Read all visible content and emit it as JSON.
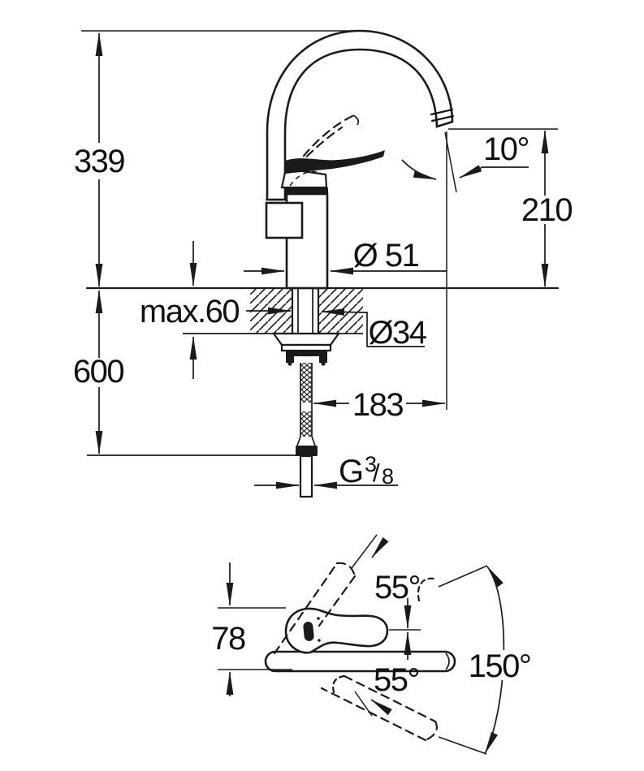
{
  "page": {
    "background": "#ffffff",
    "line_color": "#1a1a1a",
    "description": "technical dimension drawing of a single-lever kitchen faucet, side elevation and plan view"
  },
  "drawing": {
    "side_view": {
      "dimensions": {
        "overall_height": {
          "value": "339"
        },
        "under_counter_length": {
          "value": "600"
        },
        "counter_thickness": {
          "value": "max.60"
        },
        "body_diameter": {
          "value": "Ø 51"
        },
        "shank_diameter": {
          "value": "Ø34"
        },
        "outlet_angle": {
          "value": "10°"
        },
        "outlet_height": {
          "value": "210"
        },
        "spout_reach": {
          "value": "183"
        },
        "thread": {
          "letter": "G",
          "numerator": "3",
          "slash": "/",
          "denominator": "8"
        }
      }
    },
    "top_view": {
      "dimensions": {
        "handle_width": {
          "value": "78"
        },
        "handle_angle_up": {
          "value": "55°"
        },
        "handle_angle_down": {
          "value": "55°"
        },
        "swivel_range": {
          "value": "150°"
        }
      }
    }
  }
}
